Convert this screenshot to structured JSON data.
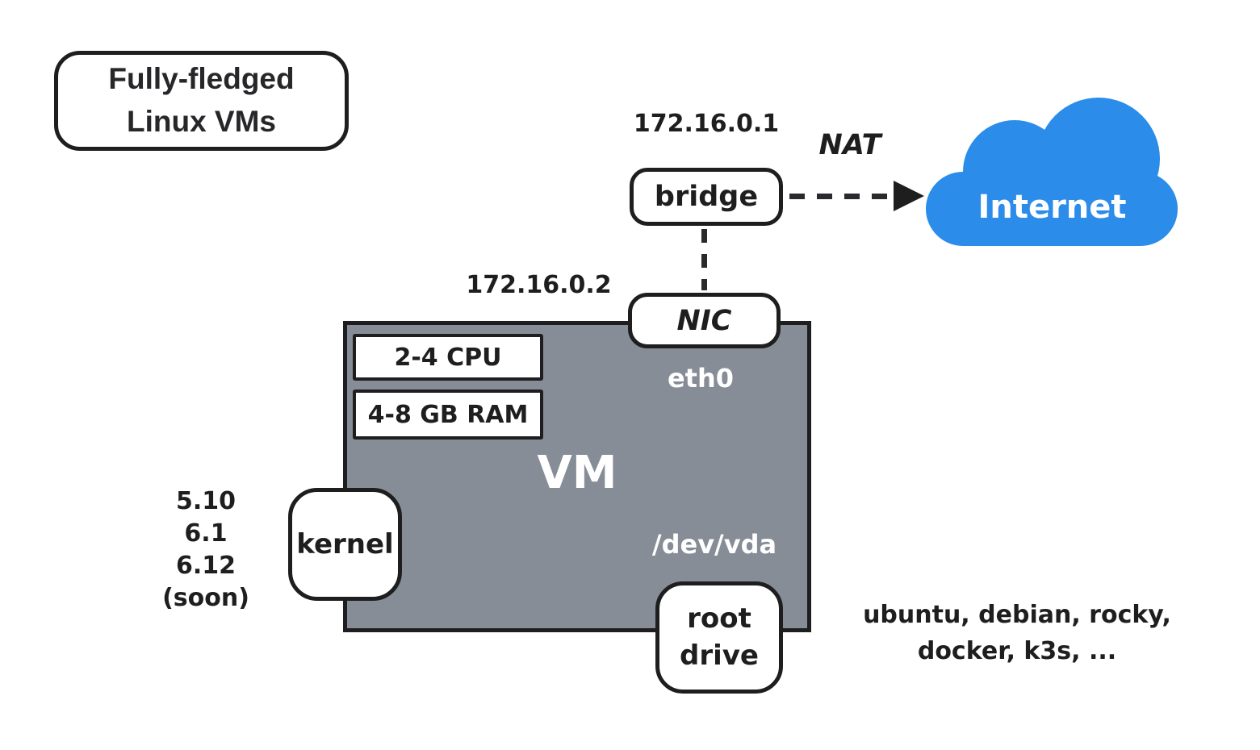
{
  "title": {
    "lines": [
      "Fully-fledged",
      "Linux VMs"
    ]
  },
  "network": {
    "bridge_ip": "172.16.0.1",
    "bridge_label": "bridge",
    "nat_label": "NAT",
    "internet_label": "Internet",
    "nic_ip": "172.16.0.2",
    "nic_label": "NIC",
    "interface_label": "eth0"
  },
  "vm": {
    "label": "VM",
    "cpu": "2-4 CPU",
    "ram": "4-8 GB RAM",
    "root_device": "/dev/vda",
    "kernel_label": "kernel",
    "kernel_versions": [
      "5.10",
      "6.1",
      "6.12",
      "(soon)"
    ],
    "root_drive_lines": [
      "root",
      "drive"
    ]
  },
  "distros_lines": [
    "ubuntu, debian, rocky,",
    "docker, k3s, ..."
  ],
  "colors": {
    "stroke": "#1e1e1e",
    "vm_fill": "#868d96",
    "cloud_blue": "#2b8ce9",
    "box_fill": "#ffffff",
    "text_on_dark": "#ffffff"
  }
}
